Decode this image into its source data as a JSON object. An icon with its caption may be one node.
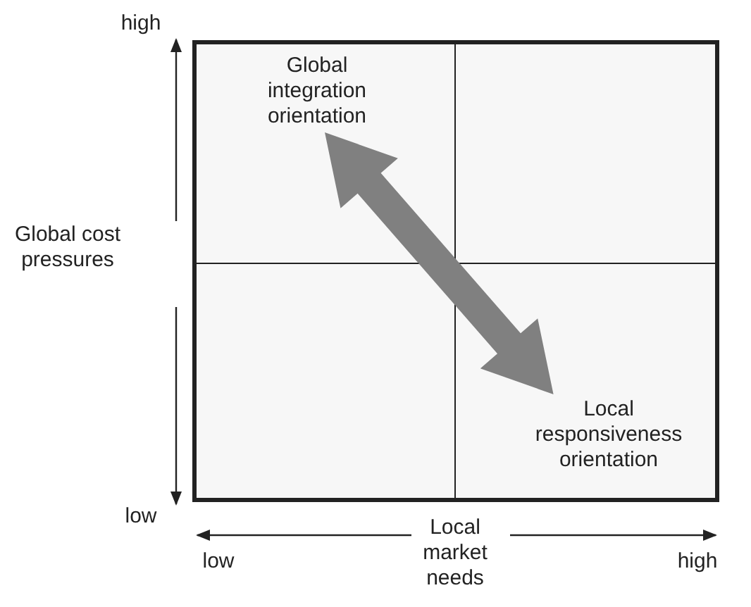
{
  "diagram": {
    "nodes": [
      {
        "text": [
          "Global integration orientation"
        ]
      },
      {
        "text": [
          "Local responsiveness orientation"
        ]
      }
    ],
    "edges": [
      {
        "from": 0,
        "to": 1,
        "arrow": "both",
        "style": "thick",
        "color": "#808080"
      }
    ],
    "labels": [
      "high",
      "Global cost pressures",
      "low",
      "low",
      "Local market needs",
      "high"
    ]
  }
}
